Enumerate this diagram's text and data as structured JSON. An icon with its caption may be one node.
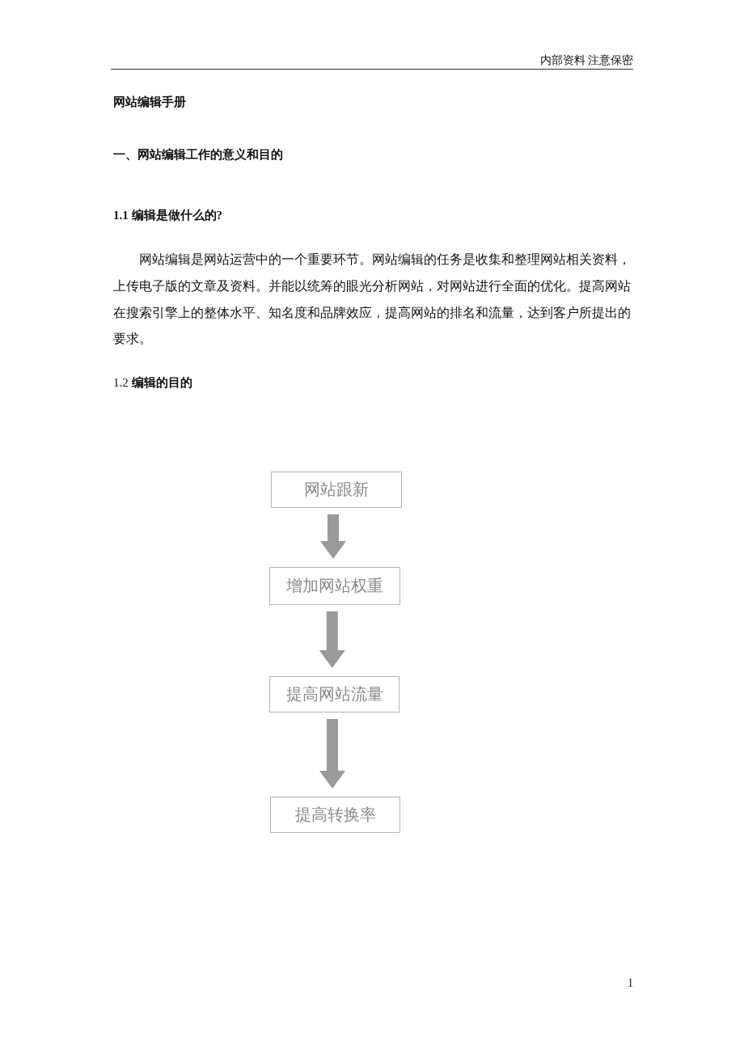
{
  "diagram": {
    "nodes": [
      {
        "text": [
          "网站跟新"
        ]
      },
      {
        "text": [
          "增加网站权重"
        ]
      },
      {
        "text": [
          "提高网站流量"
        ]
      },
      {
        "text": [
          "提高转换率"
        ]
      }
    ],
    "edges": [
      {
        "from": 0,
        "to": 1,
        "arrow": "to",
        "style": "thick"
      },
      {
        "from": 1,
        "to": 2,
        "arrow": "to",
        "style": "thick"
      },
      {
        "from": 2,
        "to": 3,
        "arrow": "to",
        "style": "thick"
      }
    ],
    "labels": [
      "内部资料 注意保密",
      "网站编辑手册",
      "一、网站编辑工作的意义和目的",
      "1.1 编辑是做什么的?",
      "网站编辑是网站运营中的一个重要环节。网站编辑的任务是收集和整理网站相关资料，上传电子版的文章及资料。并能以统筹的眼光分析网站，对网站进行全面的优化。提高网站在搜索引擎上的整体水平、知名度和品牌效应，提高网站的排名和流量，达到客户所提出的要求。",
      "1.2 **编辑的目的**",
      "1"
    ]
  }
}
